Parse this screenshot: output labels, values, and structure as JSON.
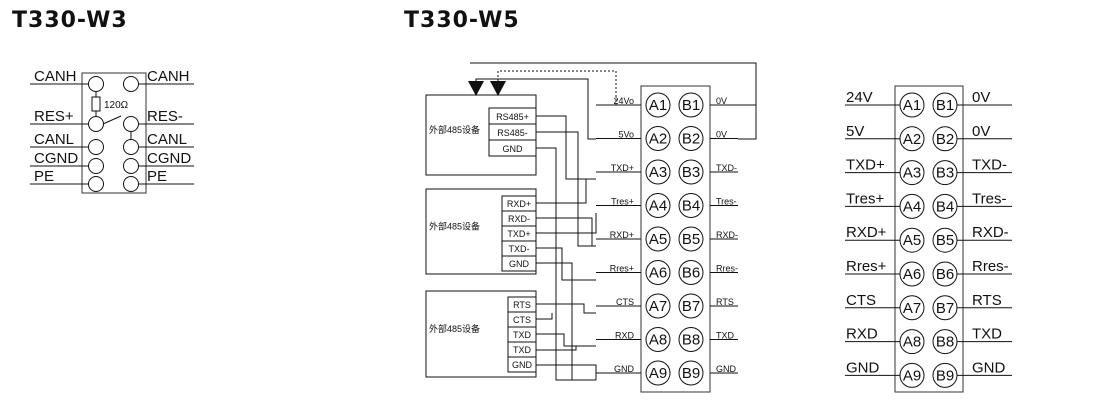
{
  "titles": {
    "w3": "T330-W3",
    "w5": "T330-W5"
  },
  "w3": {
    "left_labels": [
      "CANH",
      "RES+",
      "CANL",
      "CGND",
      "PE"
    ],
    "right_labels": [
      "CANH",
      "RES-",
      "CANL",
      "CGND",
      "PE"
    ],
    "resistor": "120Ω"
  },
  "w5": {
    "device_label": "外部485设备",
    "dev1_pins": [
      "RS485+",
      "RS485-",
      "GND"
    ],
    "dev2_pins": [
      "RXD+",
      "RXD-",
      "TXD+",
      "TXD-",
      "GND"
    ],
    "dev3_pins": [
      "RTS",
      "CTS",
      "TXD",
      "TXD",
      "GND"
    ],
    "left_labels": [
      "24Vo",
      "5Vo",
      "TXD+",
      "Tres+",
      "RXD+",
      "Rres+",
      "CTS",
      "RXD",
      "GND"
    ],
    "right_labels": [
      "0V",
      "0V",
      "TXD-",
      "Tres-",
      "RXD-",
      "Rres-",
      "RTS",
      "TXD",
      "GND"
    ],
    "pins_a": [
      "A1",
      "A2",
      "A3",
      "A4",
      "A5",
      "A6",
      "A7",
      "A8",
      "A9"
    ],
    "pins_b": [
      "B1",
      "B2",
      "B3",
      "B4",
      "B5",
      "B6",
      "B7",
      "B8",
      "B9"
    ]
  },
  "ref": {
    "left_labels": [
      "24V",
      "5V",
      "TXD+",
      "Tres+",
      "RXD+",
      "Rres+",
      "CTS",
      "RXD",
      "GND"
    ],
    "right_labels": [
      "0V",
      "0V",
      "TXD-",
      "Tres-",
      "RXD-",
      "Rres-",
      "RTS",
      "TXD",
      "GND"
    ],
    "pins_a": [
      "A1",
      "A2",
      "A3",
      "A4",
      "A5",
      "A6",
      "A7",
      "A8",
      "A9"
    ],
    "pins_b": [
      "B1",
      "B2",
      "B3",
      "B4",
      "B5",
      "B6",
      "B7",
      "B8",
      "B9"
    ]
  }
}
